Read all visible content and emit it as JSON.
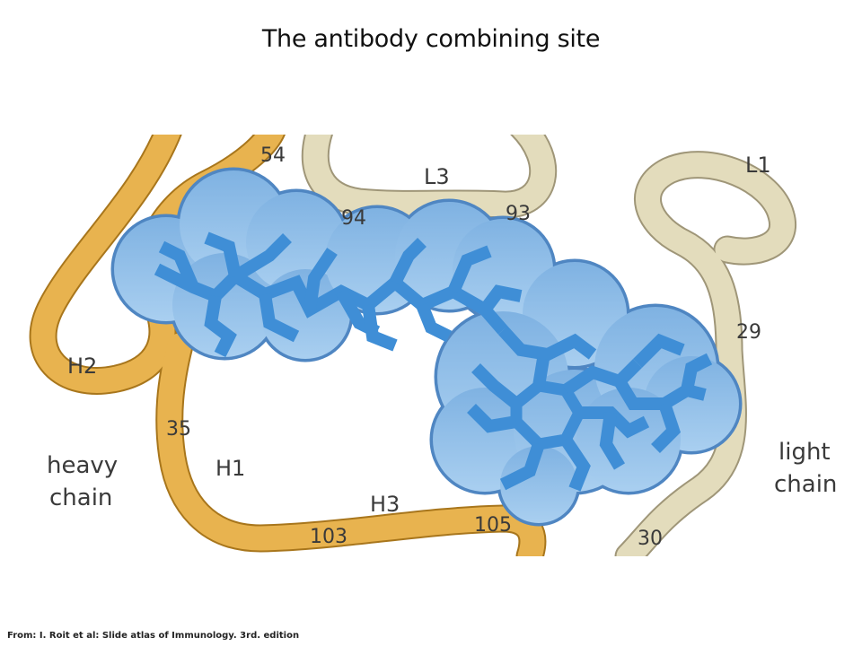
{
  "title": "The antibody combining site",
  "credit": "From: I. Roit et al: Slide atlas of Immunology. 3rd. edition",
  "colors": {
    "heavy_chain": "#e8b34f",
    "heavy_chain_edge": "#a8761c",
    "light_chain": "#e3dcbc",
    "light_chain_edge": "#9f9678",
    "antigen_cloud": "#8fbde6",
    "antigen_edge": "#4f86c2",
    "antigen_structure": "#3f8ed6"
  },
  "labels": {
    "heavy_chain": [
      "heavy",
      "chain"
    ],
    "light_chain": [
      "light",
      "chain"
    ],
    "regions": {
      "H1": "H1",
      "H2": "H2",
      "H3": "H3",
      "L1": "L1",
      "L3": "L3"
    },
    "residues": {
      "r54": "54",
      "r35": "35",
      "r103": "103",
      "r105": "105",
      "r94": "94",
      "r93": "93",
      "r29": "29",
      "r30": "30"
    }
  }
}
